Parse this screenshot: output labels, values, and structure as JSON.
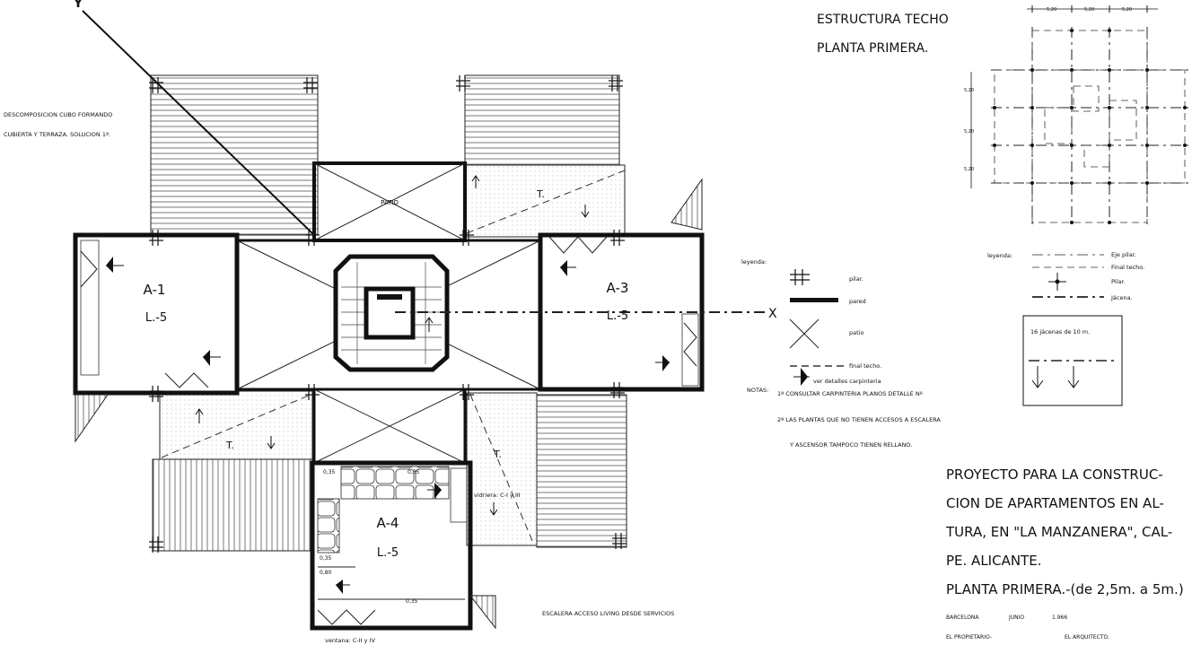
{
  "header": {
    "title_line1": "ESTRUCTURA TECHO",
    "title_line2": "PLANTA PRIMERA."
  },
  "note_left": {
    "line1": "DESCOMPOSICION CUBO FORMANDO",
    "line2": "CUBIERTA Y TERRAZA. SOLUCION 1ª."
  },
  "axes": {
    "y": "Y",
    "x": "X"
  },
  "rooms": {
    "patio": "PATIO",
    "a1": {
      "name": "A-1",
      "level": "L.-5"
    },
    "a3": {
      "name": "A-3",
      "level": "L.-5"
    },
    "a4": {
      "name": "A-4",
      "level": "L.-5"
    },
    "terrace": "T."
  },
  "dims": {
    "d035": "0,35",
    "d080": "0,80"
  },
  "labels": {
    "vidriera": "vidriera: C-I y III",
    "ventana": "ventana: C-II y IV",
    "escalera": "ESCALERA ACCESO LIVING DESDE SERVICIOS"
  },
  "legend_left": {
    "title": "leyenda:",
    "pilar": "pilar.",
    "pared": "pared",
    "patio": "patio",
    "final_techo": "final techo.",
    "carpinteria": "ver detalles carpinteria"
  },
  "notes": {
    "title": "NOTAS:",
    "n1": "1ª CONSULTAR CARPINTERIA PLANOS DETALLE Nº",
    "n2": "2ª LAS PLANTAS QUE NO TIENEN ACCESOS A ESCALERA",
    "n3": "Y ASCENSOR TAMPOCO TIENEN RELLANO."
  },
  "structure": {
    "dim_top": [
      "5,20",
      "5,20",
      "5,20"
    ],
    "dim_left": [
      "5,20",
      "5,20",
      "5,20"
    ]
  },
  "legend_right": {
    "title": "leyenda:",
    "eje_pilar": "Eje pilar.",
    "final_techo": "Final techo.",
    "pilar": "Pilar.",
    "jacena": "Jácena.",
    "box_label": "16 jácenas de 10 m."
  },
  "project": {
    "line1": "PROYECTO PARA LA CONSTRUC-",
    "line2": "CION DE APARTAMENTOS EN AL-",
    "line3": "TURA, EN \"LA MANZANERA\", CAL-",
    "line4": "PE. ALICANTE.",
    "line5": "PLANTA PRIMERA.-(de 2,5m. a 5m.)",
    "city": "BARCELONA",
    "month": "JUNIO",
    "year": "1.966",
    "owner": "EL PROPIETARIO-",
    "architect": "EL ARQUITECTO."
  }
}
